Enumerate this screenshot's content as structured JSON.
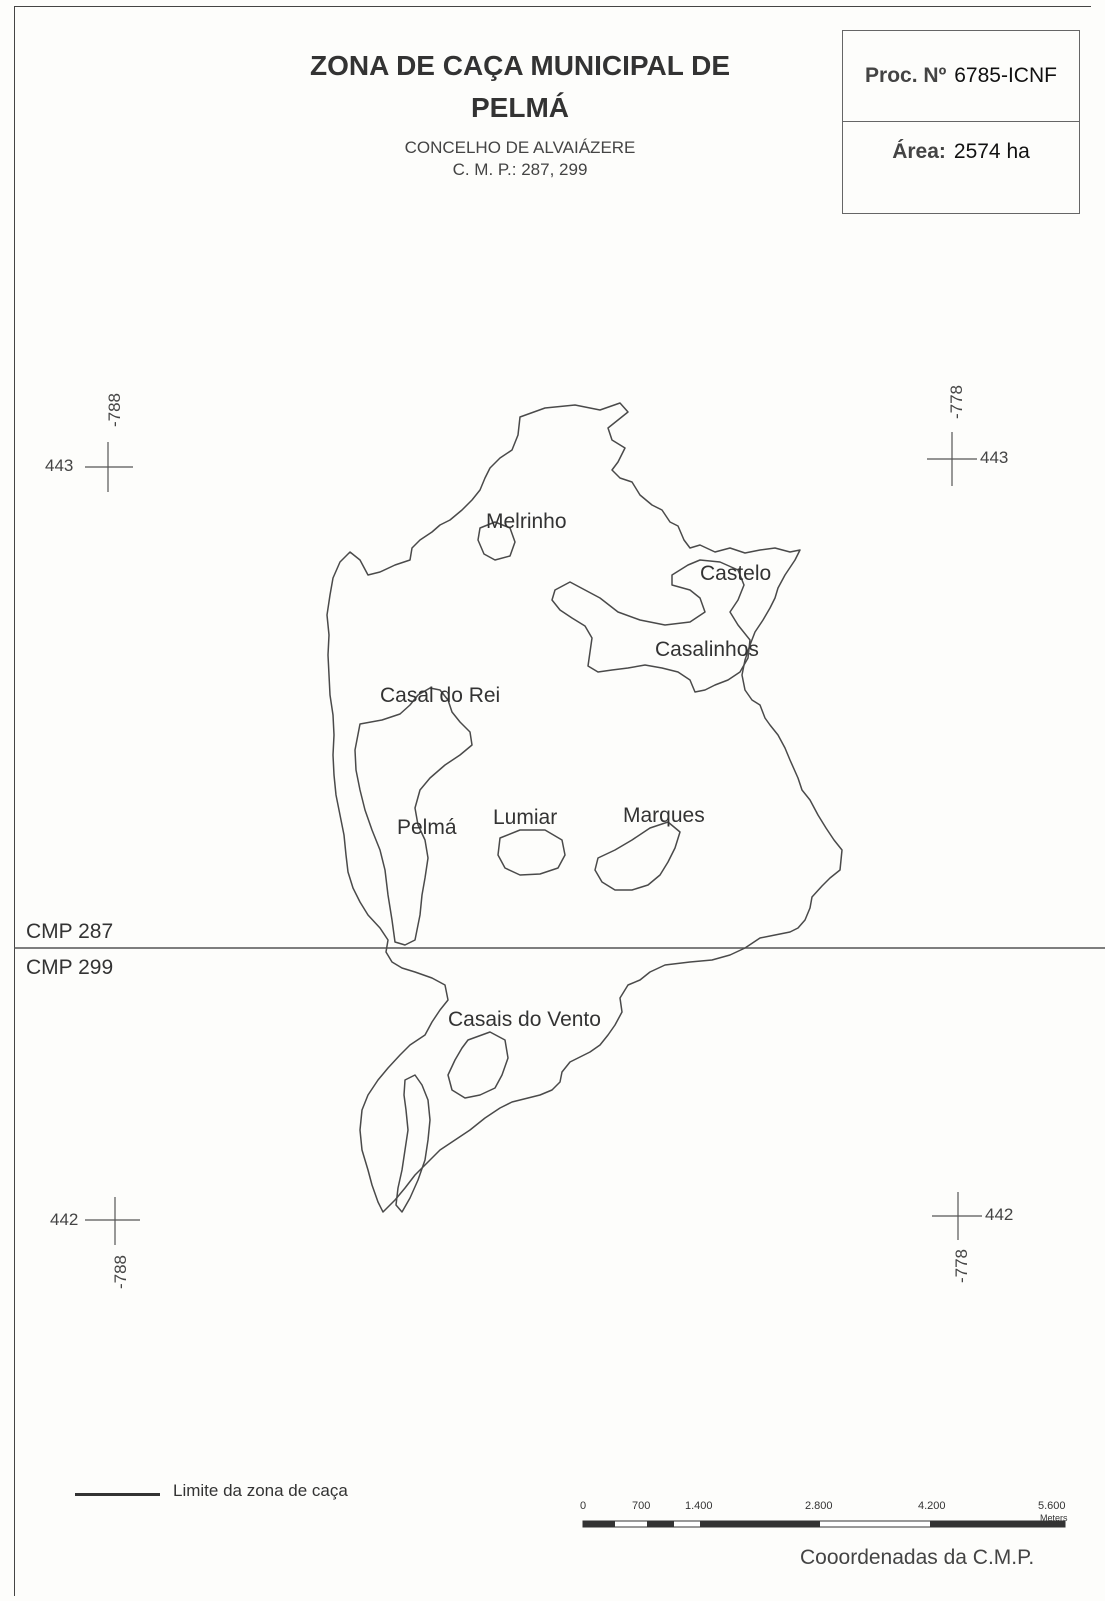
{
  "title": {
    "line1": "ZONA DE CAÇA MUNICIPAL DE",
    "line2": "PELMÁ",
    "concelho": "CONCELHO DE ALVAIÁZERE",
    "cmp_sheets": "C. M. P.: 287, 299"
  },
  "info": {
    "proc_label": "Proc. Nº",
    "proc_value": "6785-ICNF",
    "area_label": "Área:",
    "area_value": "2574 ha"
  },
  "grid_coords": {
    "top_left_x": "-788",
    "top_left_y": "443",
    "top_right_x": "-778",
    "top_right_y": "443",
    "bottom_left_x": "-788",
    "bottom_left_y": "442",
    "bottom_right_x": "-778",
    "bottom_right_y": "442"
  },
  "places": [
    "Melrinho",
    "Castelo",
    "Casalinhos",
    "Casal do Rei",
    "Pelmá",
    "Lumiar",
    "Marques",
    "Casais do Vento"
  ],
  "sheet_division": {
    "north": "CMP 287",
    "south": "CMP 299"
  },
  "legend": {
    "boundary_label": "Limite da zona de caça"
  },
  "scale": {
    "ticks": [
      "0",
      "700",
      "1.400",
      "2.800",
      "4.200",
      "5.600"
    ],
    "unit": "Meters"
  },
  "footer": "Cooordenadas da C.M.P.",
  "colors": {
    "line": "#333333",
    "background": "#fdfdfb"
  }
}
